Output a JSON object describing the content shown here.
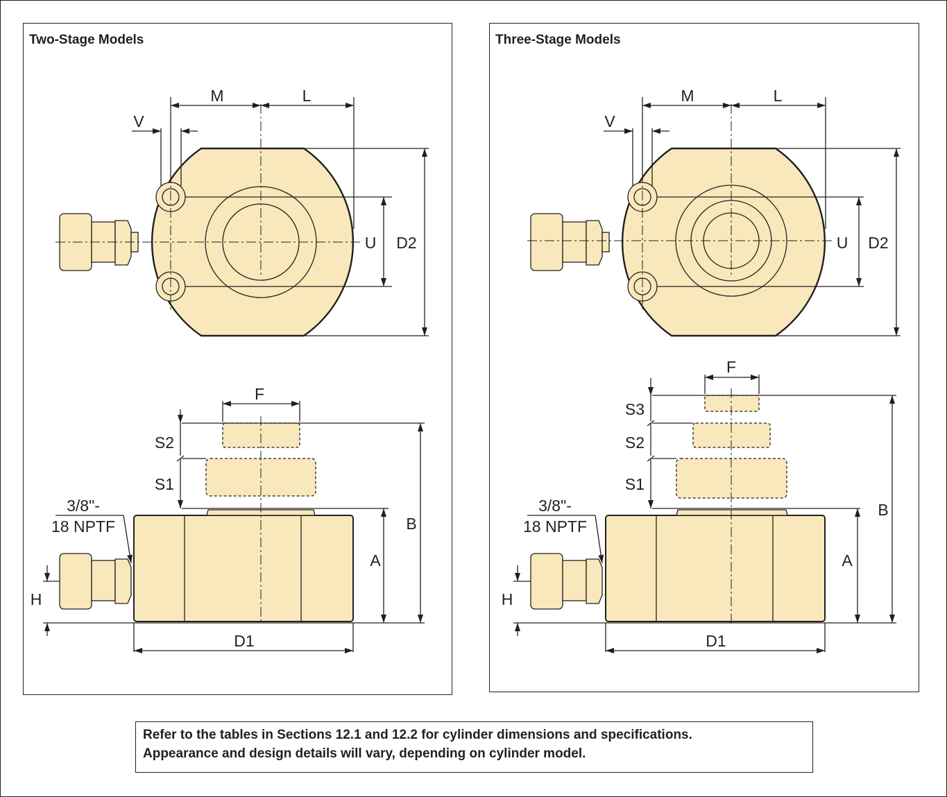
{
  "colors": {
    "body_fill": "#f9e8bb",
    "line": "#231f20"
  },
  "panels": [
    {
      "title": "Two-Stage Models",
      "labels": {
        "M": "M",
        "L": "L",
        "V": "V",
        "U": "U",
        "D2": "D2",
        "F": "F",
        "S1": "S1",
        "S2": "S2",
        "port_line1": "3/8\"-",
        "port_line2": "18 NPTF",
        "B": "B",
        "A": "A",
        "H": "H",
        "D1": "D1"
      }
    },
    {
      "title": "Three-Stage Models",
      "labels": {
        "M": "M",
        "L": "L",
        "V": "V",
        "U": "U",
        "D2": "D2",
        "F": "F",
        "S1": "S1",
        "S2": "S2",
        "S3": "S3",
        "port_line1": "3/8\"-",
        "port_line2": "18 NPTF",
        "B": "B",
        "A": "A",
        "H": "H",
        "D1": "D1"
      }
    }
  ],
  "note": {
    "line1": "Refer to the tables in Sections 12.1 and 12.2 for cylinder dimensions and specifications.",
    "line2": "Appearance and design details will vary, depending on cylinder model."
  }
}
